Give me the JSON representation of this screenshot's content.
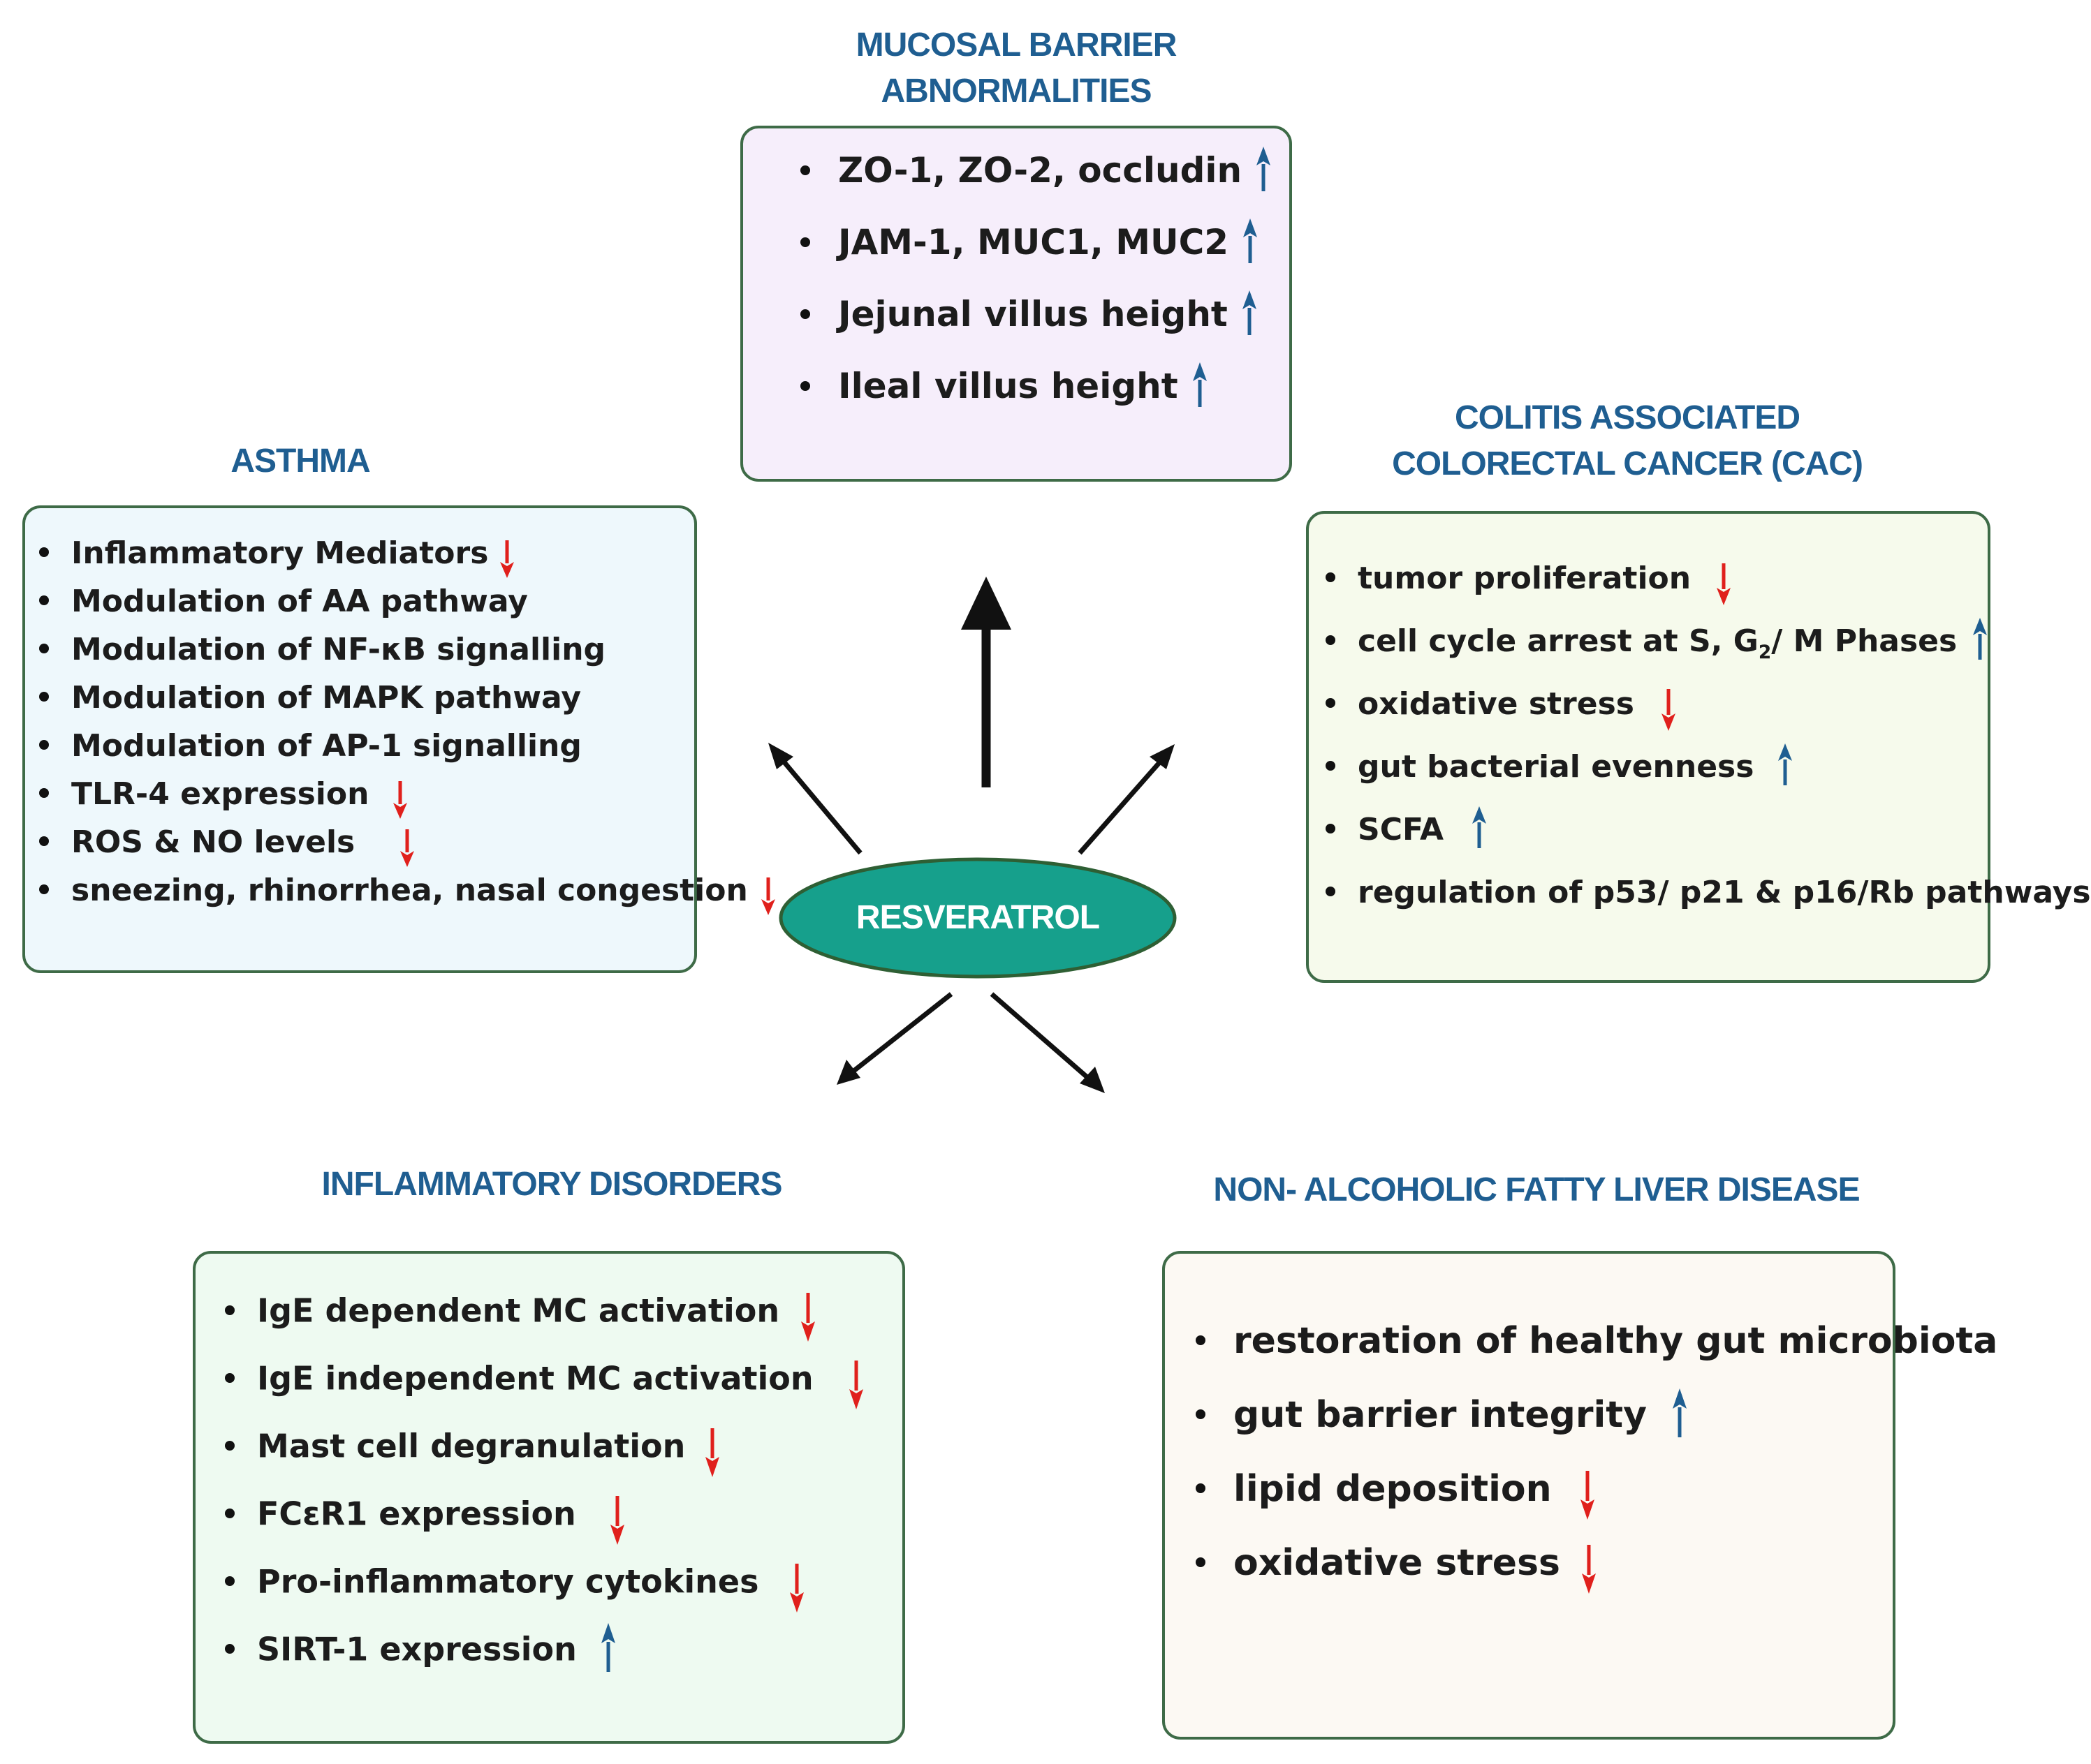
{
  "center": {
    "label": "RESVERATROL"
  },
  "colors": {
    "up_arrow": "#1f5e91",
    "down_arrow": "#e0201c",
    "heading": "#1f5e91",
    "ellipse_fill": "#16a08c",
    "ellipse_stroke": "#2e5f34"
  },
  "mucosal": {
    "title_line1": "MUCOSAL BARRIER",
    "title_line2": "ABNORMALITIES",
    "items": [
      {
        "text": "ZO-1, ZO-2, occludin",
        "arrow": "up"
      },
      {
        "text": "JAM-1, MUC1, MUC2",
        "arrow": "up"
      },
      {
        "text": "Jejunal villus height",
        "arrow": "up"
      },
      {
        "text": "Ileal villus height",
        "arrow": "up"
      }
    ]
  },
  "asthma": {
    "title": "ASTHMA",
    "items": [
      {
        "text": "Inflammatory Mediators",
        "arrow": "down"
      },
      {
        "text": "Modulation of AA pathway",
        "arrow": "none"
      },
      {
        "text": "Modulation of NF-κB signalling",
        "arrow": "none"
      },
      {
        "text": "Modulation of MAPK pathway",
        "arrow": "none"
      },
      {
        "text": "Modulation of AP-1 signalling",
        "arrow": "none"
      },
      {
        "text": "TLR-4 expression",
        "arrow": "down"
      },
      {
        "text": "ROS & NO levels",
        "arrow": "down"
      },
      {
        "text": "sneezing, rhinorrhea, nasal congestion",
        "arrow": "down"
      }
    ]
  },
  "cac": {
    "title_line1": "COLITIS ASSOCIATED",
    "title_line2": "COLORECTAL CANCER (CAC)",
    "items": [
      {
        "text": "tumor proliferation",
        "arrow": "down"
      },
      {
        "text_pre": "cell cycle arrest at S, G",
        "text_sub": "2",
        "text_post": "/ M Phases",
        "arrow": "up"
      },
      {
        "text": "oxidative stress",
        "arrow": "down"
      },
      {
        "text": "gut bacterial evenness",
        "arrow": "up"
      },
      {
        "text": "SCFA",
        "arrow": "up"
      },
      {
        "text": "regulation of p53/ p21 & p16/Rb pathways",
        "arrow": "none"
      }
    ]
  },
  "inflammatory": {
    "title": "INFLAMMATORY DISORDERS",
    "items": [
      {
        "text": "IgE dependent MC activation",
        "arrow": "down"
      },
      {
        "text": "IgE independent MC activation",
        "arrow": "down"
      },
      {
        "text": "Mast cell degranulation",
        "arrow": "down"
      },
      {
        "text": "FCεR1 expression",
        "arrow": "down"
      },
      {
        "text": "Pro-inflammatory cytokines",
        "arrow": "down"
      },
      {
        "text": "SIRT-1 expression",
        "arrow": "up"
      }
    ]
  },
  "nafld": {
    "title": "NON- ALCOHOLIC FATTY LIVER DISEASE",
    "items": [
      {
        "text": "restoration  of healthy gut microbiota",
        "arrow": "none"
      },
      {
        "text": "gut barrier integrity",
        "arrow": "up"
      },
      {
        "text": "lipid deposition",
        "arrow": "down"
      },
      {
        "text": "oxidative stress",
        "arrow": "down"
      }
    ]
  }
}
